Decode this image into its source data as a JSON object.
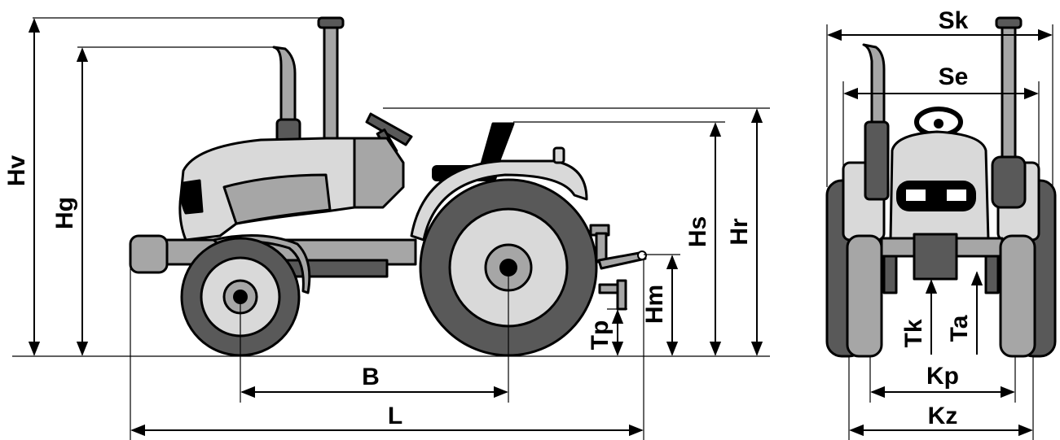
{
  "side_view": {
    "labels": {
      "Hv": "Hv",
      "Hg": "Hg",
      "Hs": "Hs",
      "Hr": "Hr",
      "Hm": "Hm",
      "Tp": "Tp",
      "B": "B",
      "L": "L"
    }
  },
  "front_view": {
    "labels": {
      "Sk": "Sk",
      "Se": "Se",
      "Tk": "Tk",
      "Ta": "Ta",
      "Kp": "Kp",
      "Kz": "Kz"
    }
  },
  "colors": {
    "light": "#d9d9d9",
    "mid": "#a6a6a6",
    "dark": "#595959",
    "black": "#000000"
  }
}
